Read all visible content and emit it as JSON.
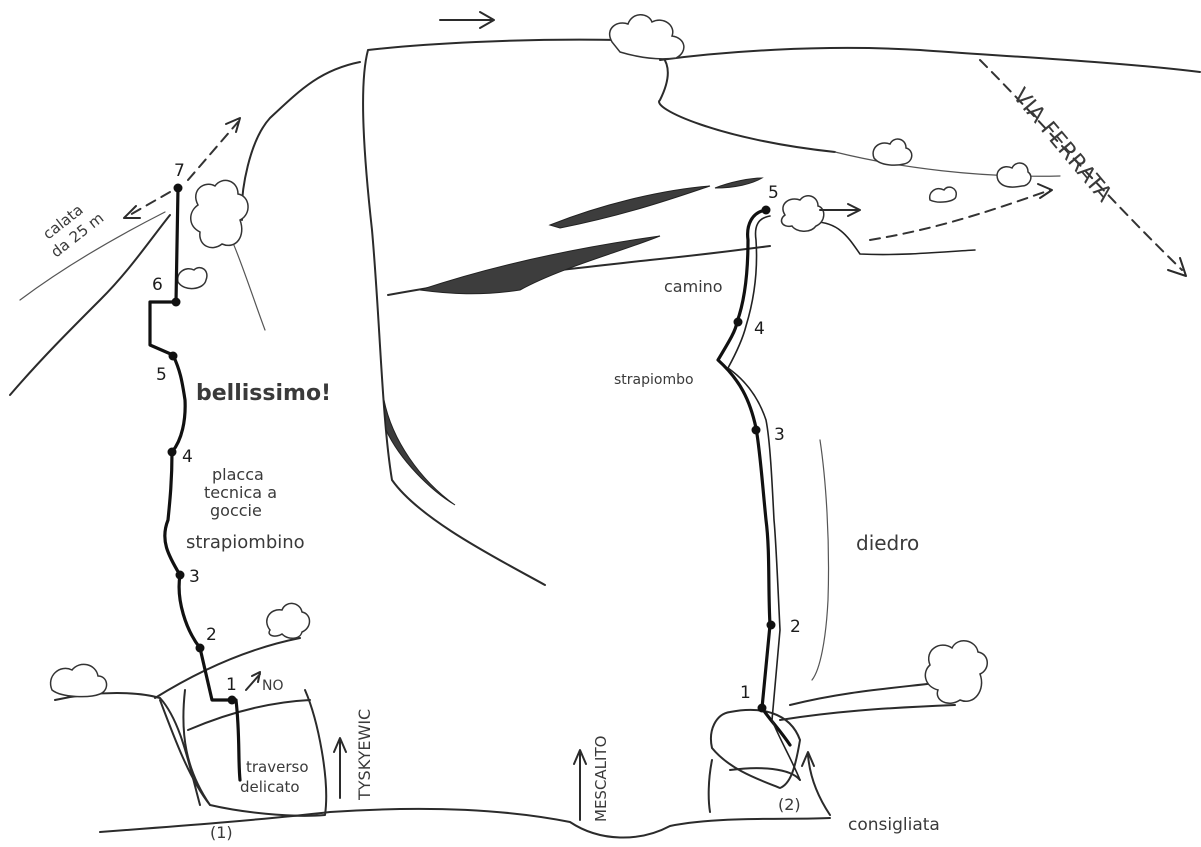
{
  "labels": {
    "calata": "calata",
    "calata_line2": "da 25 m",
    "bellissimo": "bellissimo!",
    "placca_1": "placca",
    "placca_2": "tecnica a",
    "placca_3": "goccie",
    "strapiombino": "strapiombino",
    "no": "NO",
    "traverso_1": "traverso",
    "traverso_2": "delicato",
    "tyskyewic": "TYSKYEWIC",
    "mescalito": "MESCALITO",
    "via_ferrata": "VIA FERRATA",
    "camino": "camino",
    "strapiombo": "strapiombo",
    "diedro": "diedro",
    "consigliata": "consigliata",
    "route_1": "(1)",
    "route_2": "(2)"
  },
  "route1_belays": [
    "1",
    "2",
    "3",
    "4",
    "5",
    "6",
    "7"
  ],
  "route2_belays": [
    "1",
    "2",
    "3",
    "4",
    "5"
  ]
}
